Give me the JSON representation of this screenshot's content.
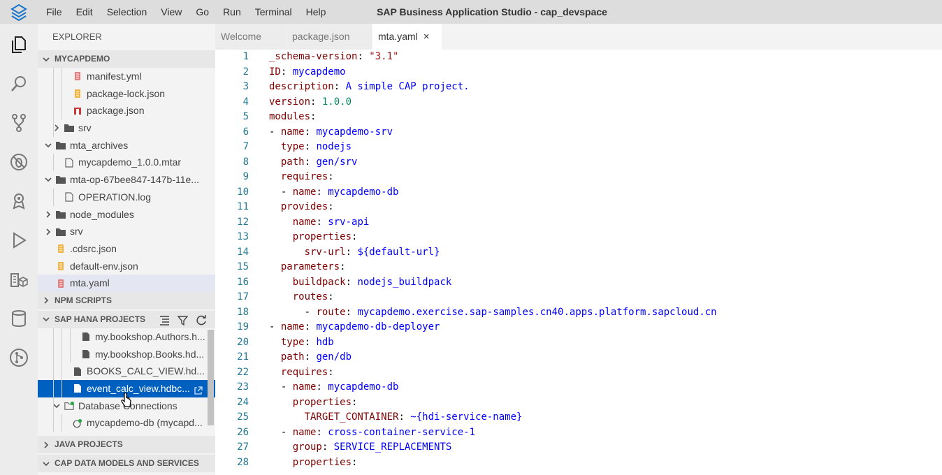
{
  "window": {
    "title": "SAP Business Application Studio - cap_devspace"
  },
  "menu": [
    "File",
    "Edit",
    "Selection",
    "View",
    "Go",
    "Run",
    "Terminal",
    "Help"
  ],
  "activity_icons": [
    "explorer-icon",
    "search-icon",
    "source-control-icon",
    "debug-icon",
    "deploy-icon",
    "run-icon",
    "extensions-icon",
    "database-icon",
    "git-graph-icon"
  ],
  "explorer": {
    "title": "EXPLORER",
    "project_section": "MYCAPDEMO",
    "tree": [
      {
        "label": "manifest.yml",
        "depth": 2,
        "icon": "yaml",
        "chev": ""
      },
      {
        "label": "package-lock.json",
        "depth": 2,
        "icon": "json",
        "chev": ""
      },
      {
        "label": "package.json",
        "depth": 2,
        "icon": "npm",
        "chev": ""
      },
      {
        "label": "srv",
        "depth": 1,
        "icon": "folder",
        "chev": "right"
      },
      {
        "label": "mta_archives",
        "depth": 0,
        "icon": "folder",
        "chev": "down"
      },
      {
        "label": "mycapdemo_1.0.0.mtar",
        "depth": 1,
        "icon": "file",
        "chev": ""
      },
      {
        "label": "mta-op-67bee847-147b-11e...",
        "depth": 0,
        "icon": "folder",
        "chev": "down"
      },
      {
        "label": "OPERATION.log",
        "depth": 1,
        "icon": "file",
        "chev": ""
      },
      {
        "label": "node_modules",
        "depth": 0,
        "icon": "folder",
        "chev": "right"
      },
      {
        "label": "srv",
        "depth": 0,
        "icon": "folder",
        "chev": "right"
      },
      {
        "label": ".cdsrc.json",
        "depth": 0,
        "icon": "json",
        "chev": ""
      },
      {
        "label": "default-env.json",
        "depth": 0,
        "icon": "json",
        "chev": ""
      },
      {
        "label": "mta.yaml",
        "depth": 0,
        "icon": "yaml",
        "chev": "",
        "active": true
      }
    ],
    "npm_section": "NPM SCRIPTS",
    "hana_section": "SAP HANA PROJECTS",
    "hana_tree": [
      {
        "label": "my.bookshop.Authors.h...",
        "depth": 3,
        "icon": "doc",
        "chev": ""
      },
      {
        "label": "my.bookshop.Books.hd...",
        "depth": 3,
        "icon": "doc",
        "chev": ""
      },
      {
        "label": "BOOKS_CALC_VIEW.hd...",
        "depth": 2,
        "icon": "doc",
        "chev": ""
      },
      {
        "label": "event_calc_view.hdbc...",
        "depth": 2,
        "icon": "doc",
        "chev": "",
        "selected": true
      },
      {
        "label": "Database Connections",
        "depth": 1,
        "icon": "dbfolder",
        "chev": "down"
      },
      {
        "label": "mycapdemo-db (mycapd...",
        "depth": 2,
        "icon": "dbconn",
        "chev": ""
      }
    ],
    "java_section": "JAVA PROJECTS",
    "cap_section": "CAP DATA MODELS AND SERVICES"
  },
  "tabs": [
    {
      "label": "Welcome",
      "active": false
    },
    {
      "label": "package.json",
      "active": false
    },
    {
      "label": "mta.yaml",
      "active": true,
      "close": "×"
    }
  ],
  "code": [
    {
      "n": "1",
      "i": "",
      "k": "_schema-version",
      "v": "\"3.1\"",
      "t": "s",
      "d": ""
    },
    {
      "n": "2",
      "i": "",
      "k": "ID",
      "v": "mycapdemo",
      "t": "v",
      "d": ""
    },
    {
      "n": "3",
      "i": "",
      "k": "description",
      "v": "A simple CAP project.",
      "t": "v",
      "d": ""
    },
    {
      "n": "4",
      "i": "",
      "k": "version",
      "v": "1.0.0",
      "t": "n",
      "d": ""
    },
    {
      "n": "5",
      "i": "",
      "k": "modules",
      "v": "",
      "t": "v",
      "d": ""
    },
    {
      "n": "6",
      "i": "",
      "k": "name",
      "v": "mycapdemo-srv",
      "t": "v",
      "d": "- "
    },
    {
      "n": "7",
      "i": "  ",
      "k": "type",
      "v": "nodejs",
      "t": "v",
      "d": ""
    },
    {
      "n": "8",
      "i": "  ",
      "k": "path",
      "v": "gen/srv",
      "t": "v",
      "d": ""
    },
    {
      "n": "9",
      "i": "  ",
      "k": "requires",
      "v": "",
      "t": "v",
      "d": ""
    },
    {
      "n": "10",
      "i": "  ",
      "k": "name",
      "v": "mycapdemo-db",
      "t": "v",
      "d": "- "
    },
    {
      "n": "11",
      "i": "  ",
      "k": "provides",
      "v": "",
      "t": "v",
      "d": ""
    },
    {
      "n": "12",
      "i": "    ",
      "k": "name",
      "v": "srv-api",
      "t": "v",
      "d": ""
    },
    {
      "n": "13",
      "i": "    ",
      "k": "properties",
      "v": "",
      "t": "v",
      "d": ""
    },
    {
      "n": "14",
      "i": "      ",
      "k": "srv-url",
      "v": "${default-url}",
      "t": "v",
      "d": ""
    },
    {
      "n": "15",
      "i": "  ",
      "k": "parameters",
      "v": "",
      "t": "v",
      "d": ""
    },
    {
      "n": "16",
      "i": "    ",
      "k": "buildpack",
      "v": "nodejs_buildpack",
      "t": "v",
      "d": ""
    },
    {
      "n": "17",
      "i": "    ",
      "k": "routes",
      "v": "",
      "t": "v",
      "d": ""
    },
    {
      "n": "18",
      "i": "      ",
      "k": "route",
      "v": "mycapdemo.exercise.sap-samples.cn40.apps.platform.sapcloud.cn",
      "t": "v",
      "d": "- "
    },
    {
      "n": "19",
      "i": "",
      "k": "name",
      "v": "mycapdemo-db-deployer",
      "t": "v",
      "d": "- "
    },
    {
      "n": "20",
      "i": "  ",
      "k": "type",
      "v": "hdb",
      "t": "v",
      "d": ""
    },
    {
      "n": "21",
      "i": "  ",
      "k": "path",
      "v": "gen/db",
      "t": "v",
      "d": ""
    },
    {
      "n": "22",
      "i": "  ",
      "k": "requires",
      "v": "",
      "t": "v",
      "d": ""
    },
    {
      "n": "23",
      "i": "  ",
      "k": "name",
      "v": "mycapdemo-db",
      "t": "v",
      "d": "- "
    },
    {
      "n": "24",
      "i": "    ",
      "k": "properties",
      "v": "",
      "t": "v",
      "d": ""
    },
    {
      "n": "25",
      "i": "      ",
      "k": "TARGET_CONTAINER",
      "v": "~{hdi-service-name}",
      "t": "v",
      "d": ""
    },
    {
      "n": "26",
      "i": "  ",
      "k": "name",
      "v": "cross-container-service-1",
      "t": "v",
      "d": "- "
    },
    {
      "n": "27",
      "i": "    ",
      "k": "group",
      "v": "SERVICE_REPLACEMENTS",
      "t": "v",
      "d": ""
    },
    {
      "n": "28",
      "i": "    ",
      "k": "properties",
      "v": "",
      "t": "v",
      "d": ""
    }
  ]
}
